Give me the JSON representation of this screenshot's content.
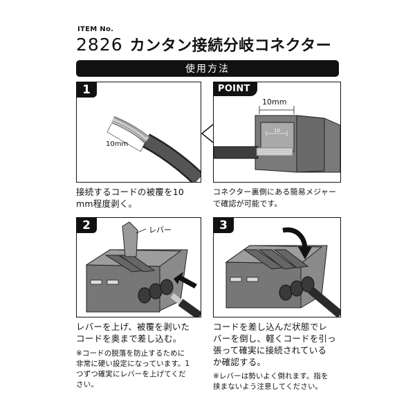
{
  "header": {
    "item_no": "ITEM No.",
    "number": "2826",
    "title": "カンタン接続分岐コネクター"
  },
  "section": {
    "title": "使用方法"
  },
  "steps": [
    {
      "badge": "1",
      "measure_label": "10mm",
      "caption_lines": [
        "接続するコードの被覆を10",
        "mm程度剥く。"
      ]
    },
    {
      "badge": "POINT",
      "measure_label": "10mm",
      "inner_label": "10",
      "caption_lines": [
        "コネクター裏側にある簡易メジャー",
        "で確認が可能です。"
      ]
    },
    {
      "badge": "2",
      "lever_label": "レバー",
      "caption_lines": [
        "レバーを上げ、被覆を剥いた",
        "コードを奥まで差し込む。"
      ],
      "note_lines": [
        "※コードの脱落を防止するために",
        "非常に硬い設定になっています。1",
        "つずつ確実にレバーを上げてくだ",
        "さい。"
      ]
    },
    {
      "badge": "3",
      "caption_lines": [
        "コードを差し込んだ状態でレ",
        "バーを倒し、軽くコードを引っ",
        "張って確実に接続されている",
        "か確認する。"
      ],
      "note_lines": [
        "※レバーは勢いよく倒れます。指を",
        "挟まないよう注意してください。"
      ]
    }
  ]
}
